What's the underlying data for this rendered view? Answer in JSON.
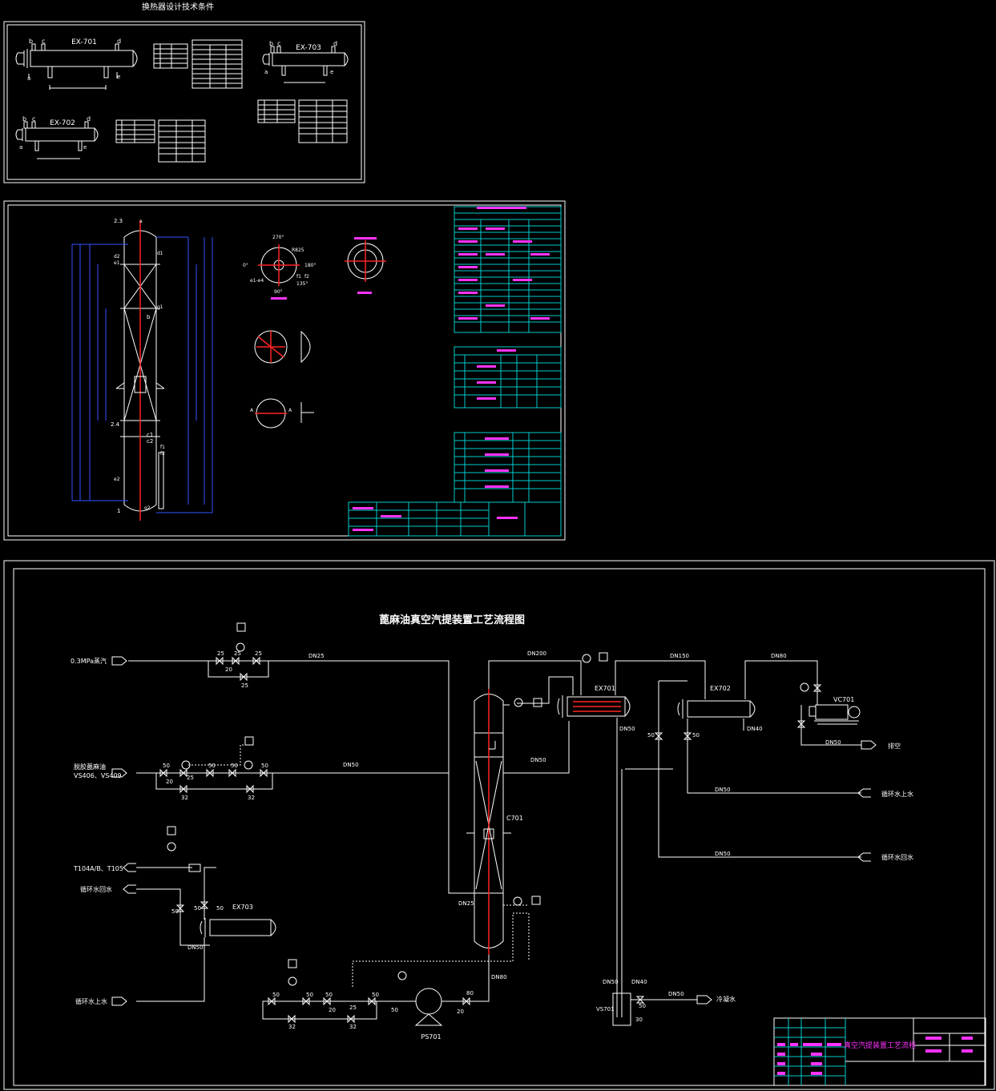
{
  "sheet1": {
    "title": "换热器设计技术条件",
    "exchangers": [
      {
        "tag": "EX-701",
        "nozzles": [
          "b",
          "c",
          "d",
          "a",
          "e"
        ]
      },
      {
        "tag": "EX-703",
        "nozzles": [
          "b",
          "c",
          "d",
          "a",
          "e"
        ]
      },
      {
        "tag": "EX-702",
        "nozzles": [
          "b",
          "c",
          "d",
          "a",
          "e"
        ]
      }
    ]
  },
  "sheet2": {
    "nozzle_labels": [
      "a",
      "b",
      "c1",
      "c2",
      "d1",
      "d2",
      "e1",
      "e2",
      "f1",
      "f2",
      "g1",
      "g2"
    ],
    "section_view": {
      "angles": [
        "270°",
        "0°",
        "180°",
        "90°",
        "135°"
      ],
      "labels": [
        "e1-e4",
        "R825",
        "f1",
        "f2"
      ]
    },
    "section_marks": [
      "A",
      "A"
    ],
    "callouts": [
      "2.3",
      "2.4",
      "1"
    ]
  },
  "sheet3": {
    "title": "蓖麻油真空汽提装置工艺流程图",
    "feeds": {
      "steam": "0.3MPa蒸汽",
      "oil_line1": "脱胶蓖麻油",
      "oil_line2": "VS406、VS409",
      "product": "T104A/B、T105",
      "cw_return_left": "循环水回水",
      "cw_supply_left": "循环水上水",
      "vent": "排空",
      "cw_supply_right": "循环水上水",
      "cw_return_right": "循环水回水",
      "condensate": "冷凝水"
    },
    "equipment": {
      "column": "C701",
      "ex701": "EX701",
      "ex702": "EX702",
      "ex703": "EX703",
      "vacuum_pump": "VC701",
      "feed_pump": "PS701",
      "seal_tank": "VS701"
    },
    "pipe_sizes": {
      "dn25_a": "DN25",
      "dn25_b": "DN25",
      "dn200": "DN200",
      "dn150": "DN150",
      "dn80": "DN80",
      "dn50_a": "DN50",
      "dn50_b": "DN50",
      "dn50_c": "DN50",
      "dn50_d": "DN50",
      "dn50_e": "DN50",
      "dn50_f": "DN50",
      "dn50_g": "DN50",
      "dn50_h": "DN50",
      "dn40_a": "DN40",
      "dn40_b": "DN40"
    },
    "valve_sizes": {
      "v25a": "25",
      "v25b": "25",
      "v25c": "25",
      "v20a": "20",
      "v50a": "50",
      "v25d": "25",
      "v50b": "50",
      "v50c": "50",
      "v50d": "50",
      "v20b": "20",
      "v32a": "32",
      "v32b": "32",
      "v50e": "50",
      "v50f": "50",
      "v50g": "50",
      "v50h": "50",
      "v50i": "50",
      "v50j": "50",
      "v25e": "25",
      "v50k": "50",
      "v50l": "50",
      "v20c": "20",
      "v32c": "32",
      "v32d": "32",
      "v50m": "50",
      "v20d": "20",
      "v80": "80",
      "v20e": "20",
      "v50n": "50",
      "v50o": "50",
      "v30": "30",
      "v50p": "50"
    },
    "title_block": {
      "drawing_name": "真空汽提装置工艺流程"
    }
  },
  "colors": {
    "background": "#000000",
    "line": "#ffffff",
    "highlight": "#ff33ff",
    "dimension": "#3355ff",
    "centerline": "#ff2222",
    "grid": "#00cccc"
  }
}
